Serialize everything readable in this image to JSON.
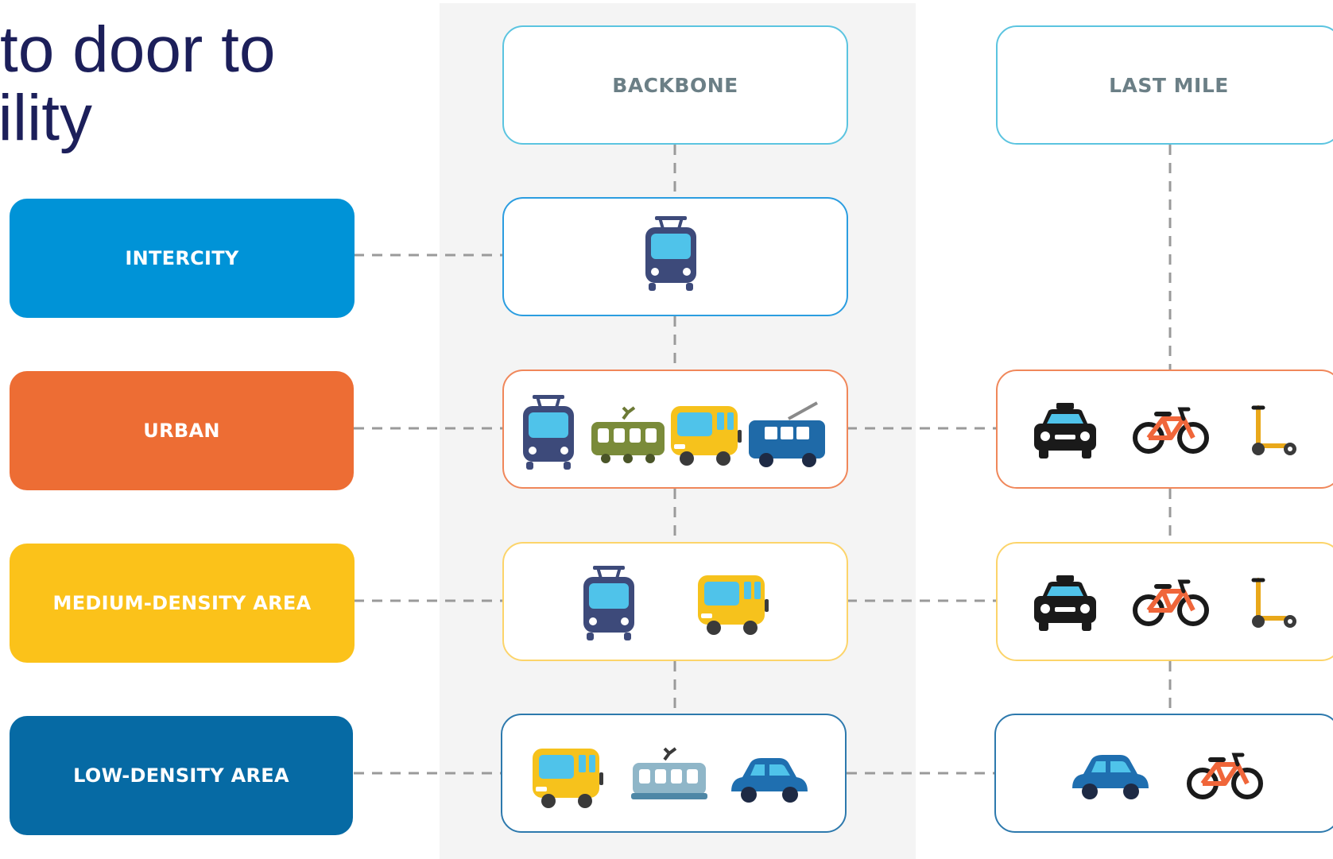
{
  "title": {
    "line1": "to door to",
    "line2": "bility"
  },
  "columns": {
    "backbone": "BACKBONE",
    "last_mile": "LAST MILE"
  },
  "rows": [
    {
      "label": "INTERCITY",
      "color": "#0093d7",
      "border": "#2b9de0",
      "backbone": [
        "trolleybus-front-icon"
      ],
      "last_mile": []
    },
    {
      "label": "URBAN",
      "color": "#ed6d34",
      "border": "#f0875a",
      "backbone": [
        "trolleybus-front-icon",
        "tram-icon",
        "bus-icon",
        "trolleybus-side-icon"
      ],
      "last_mile": [
        "taxi-icon",
        "bicycle-icon",
        "scooter-icon"
      ]
    },
    {
      "label": "MEDIUM-DENSITY AREA",
      "color": "#fbc21a",
      "border": "#fcd46a",
      "backbone": [
        "trolleybus-front-icon",
        "bus-icon"
      ],
      "last_mile": [
        "taxi-icon",
        "bicycle-icon",
        "scooter-icon"
      ]
    },
    {
      "label": "LOW-DENSITY AREA",
      "color": "#066aa4",
      "border": "#2d79ad",
      "backbone": [
        "bus-icon",
        "tram-light-icon",
        "car-icon"
      ],
      "last_mile": [
        "car-icon",
        "bicycle-icon"
      ]
    }
  ]
}
